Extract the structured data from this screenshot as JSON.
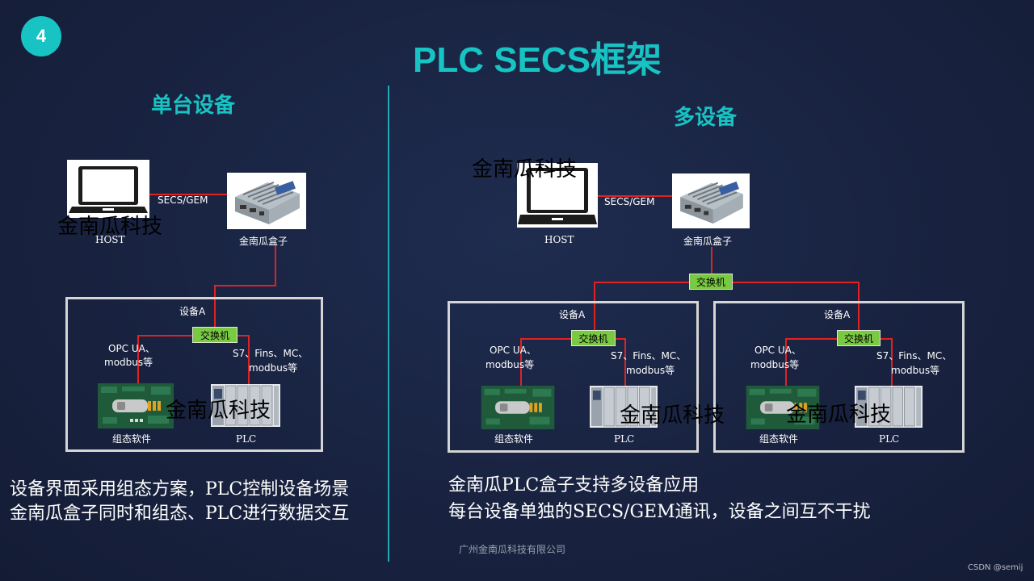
{
  "slide": {
    "number": "4",
    "title": "PLC SECS框架"
  },
  "left_section": {
    "heading": "单台设备",
    "host_label": "HOST",
    "link_label": "SECS/GEM",
    "box_label": "金南瓜盒子",
    "device_label": "设备A",
    "switch_label": "交换机",
    "left_protocol_line1": "OPC UA、",
    "left_protocol_line2": "modbus等",
    "right_protocol_line1": "S7、Fins、MC、",
    "right_protocol_line2": "modbus等",
    "hmi_label": "组态软件",
    "plc_label": "PLC",
    "watermark": "金南瓜科技",
    "description_line1": "设备界面采用组态方案，PLC控制设备场景",
    "description_line2": "金南瓜盒子同时和组态、PLC进行数据交互"
  },
  "right_section": {
    "heading": "多设备",
    "host_label": "HOST",
    "link_label": "SECS/GEM",
    "box_label": "金南瓜盒子",
    "main_switch_label": "交换机",
    "watermark": "金南瓜科技",
    "devices": [
      {
        "device_label": "设备A",
        "switch_label": "交换机",
        "left_protocol_line1": "OPC UA、",
        "left_protocol_line2": "modbus等",
        "right_protocol_line1": "S7、Fins、MC、",
        "right_protocol_line2": "modbus等",
        "hmi_label": "组态软件",
        "plc_label": "PLC"
      },
      {
        "device_label": "设备A",
        "switch_label": "交换机",
        "left_protocol_line1": "OPC UA、",
        "left_protocol_line2": "modbus等",
        "right_protocol_line1": "S7、Fins、MC、",
        "right_protocol_line2": "modbus等",
        "hmi_label": "组态软件",
        "plc_label": "PLC"
      }
    ],
    "description_line1": "金南瓜PLC盒子支持多设备应用",
    "description_line2": "每台设备单独的SECS/GEM通讯，设备之间互不干扰"
  },
  "footer": {
    "company": "广州金南瓜科技有限公司",
    "credit": "CSDN @semij"
  },
  "colors": {
    "accent": "#17c3c3",
    "background": "#1b2544",
    "line": "#e02222",
    "switch": "#7ac943"
  }
}
